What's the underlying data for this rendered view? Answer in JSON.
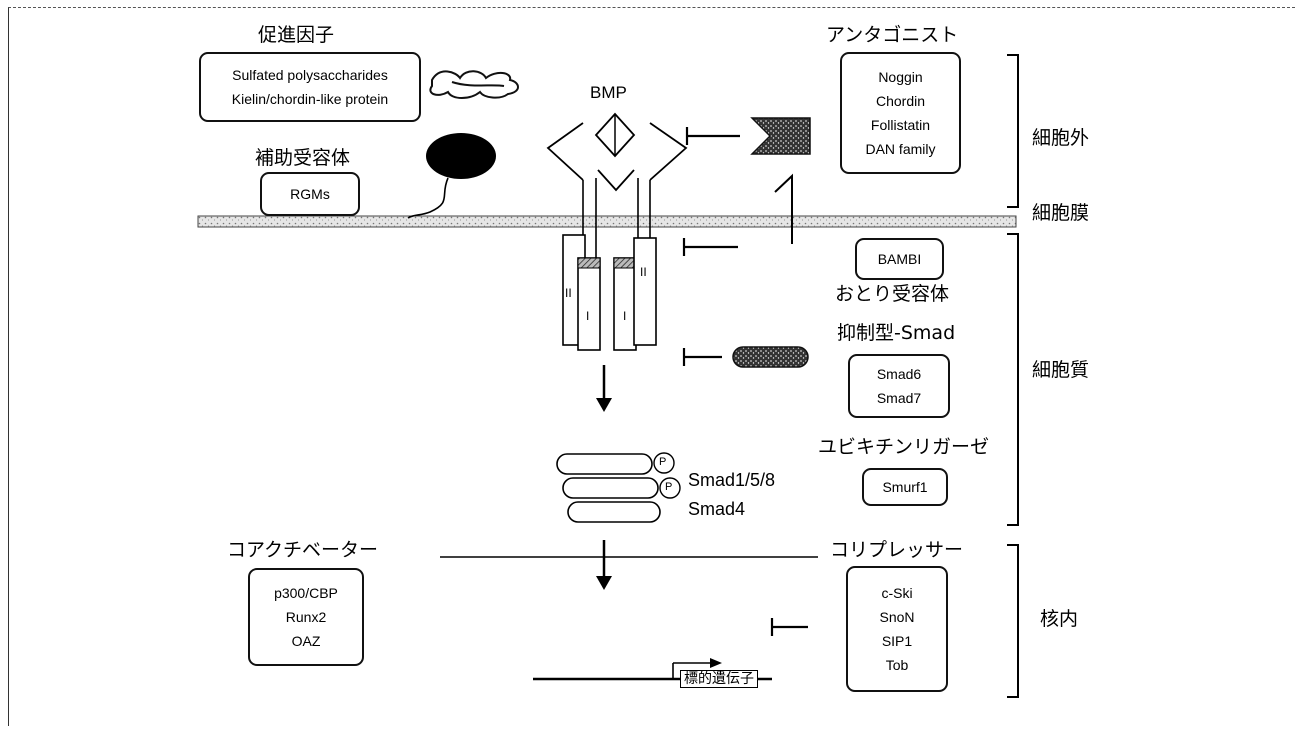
{
  "ligand": "BMP",
  "promoters": {
    "title": "促進因子",
    "items": [
      "Sulfated polysaccharides",
      "Kielin/chordin-like protein"
    ]
  },
  "coreceptor": {
    "title": "補助受容体",
    "items": [
      "RGMs"
    ]
  },
  "antagonists": {
    "title": "アンタゴニスト",
    "items": [
      "Noggin",
      "Chordin",
      "Follistatin",
      "DAN family"
    ]
  },
  "decoy": {
    "title": "おとり受容体",
    "items": [
      "BAMBI"
    ]
  },
  "inhibitory_smad": {
    "title": "抑制型-Smad",
    "items": [
      "Smad6",
      "Smad7"
    ]
  },
  "ubiquitin_ligase": {
    "title": "ユビキチンリガーゼ",
    "items": [
      "Smurf1"
    ]
  },
  "smads": {
    "r_smad": "Smad1/5/8",
    "co_smad": "Smad4",
    "phospho": "P"
  },
  "coactivators": {
    "title": "コアクチベーター",
    "items": [
      "p300/CBP",
      "Runx2",
      "OAZ"
    ]
  },
  "corepressors": {
    "title": "コリプレッサー",
    "items": [
      "c-Ski",
      "SnoN",
      "SIP1",
      "Tob"
    ]
  },
  "target_gene": "標的遺伝子",
  "receptor_labels": {
    "type2": "II",
    "type1": "I"
  },
  "compartments": {
    "extracellular": "細胞外",
    "membrane": "細胞膜",
    "cytoplasm": "細胞質",
    "nucleus": "核内"
  }
}
